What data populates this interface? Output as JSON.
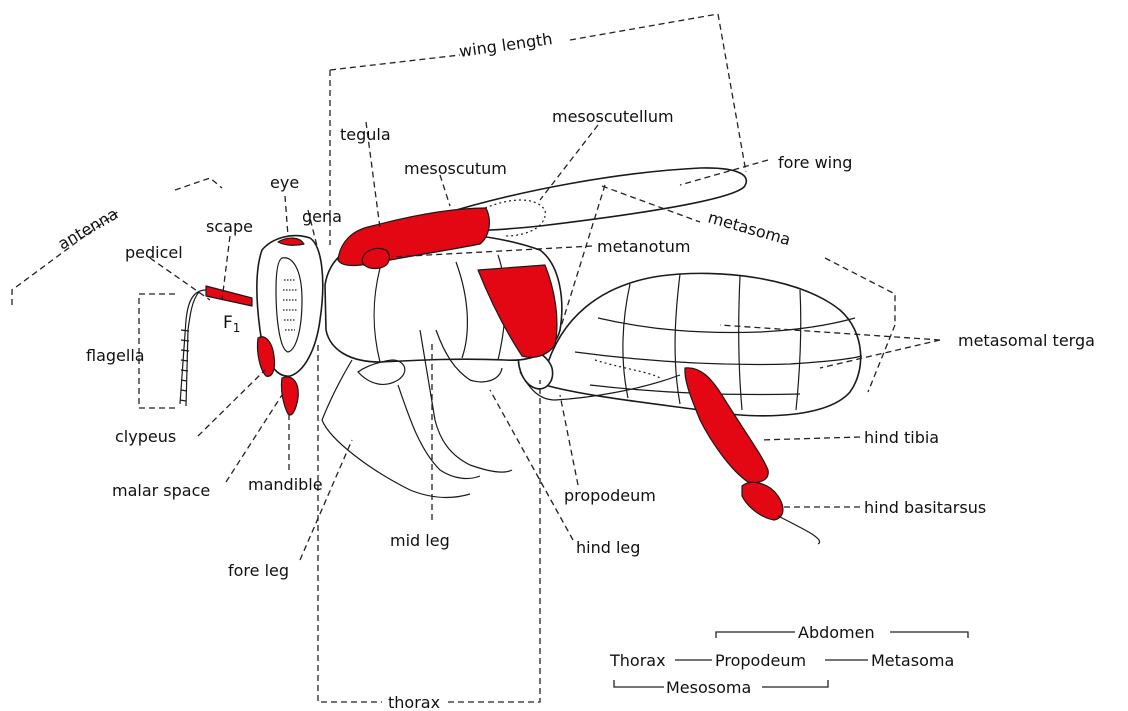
{
  "labels": {
    "wing_length": "wing length",
    "antenna": "antenna",
    "tegula": "tegula",
    "mesoscutellum": "mesoscutellum",
    "fore_wing": "fore wing",
    "eye": "eye",
    "mesoscutum": "mesoscutum",
    "scape": "scape",
    "gena": "gena",
    "metasoma": "metasoma",
    "pedicel": "pedicel",
    "metanotum": "metanotum",
    "f1_letter": "F",
    "f1_sub": "1",
    "flagella": "flagella",
    "metasomal_terga": "metasomal terga",
    "clypeus": "clypeus",
    "hind_tibia": "hind tibia",
    "malar_space": "malar space",
    "mandible": "mandible",
    "propodeum": "propodeum",
    "hind_basitarsus": "hind basitarsus",
    "mid_leg": "mid leg",
    "hind_leg": "hind leg",
    "fore_leg": "fore leg",
    "thorax": "thorax"
  },
  "legend": {
    "abdomen": "Abdomen",
    "thorax": "Thorax",
    "propodeum": "Propodeum",
    "metasoma": "Metasoma",
    "mesosoma": "Mesosoma"
  },
  "colors": {
    "highlight": "#e30613",
    "line": "#222222",
    "background": "#ffffff"
  }
}
